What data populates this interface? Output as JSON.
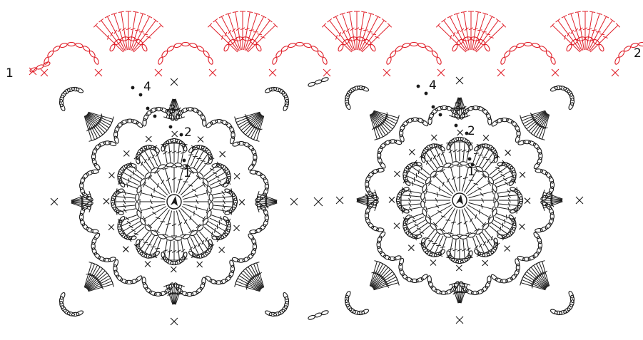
{
  "colors": {
    "motif_ink": "#1a1a1a",
    "border_ink": "#e0202a",
    "background": "#ffffff"
  },
  "border": {
    "start_row_label": "1",
    "end_row_label": "2"
  },
  "motifs": [
    {
      "name": "left-motif",
      "round_labels": [
        "1",
        "2",
        "3",
        "4"
      ]
    },
    {
      "name": "right-motif",
      "round_labels": [
        "1",
        "2",
        "3",
        "4"
      ]
    }
  ],
  "symbols": {
    "start_ring": "magic-ring-icon",
    "chain": "chain-stitch-icon",
    "double_crochet": "double-crochet-icon",
    "single_crochet": "single-crochet-icon",
    "join_marker": "join-dot-icon"
  }
}
